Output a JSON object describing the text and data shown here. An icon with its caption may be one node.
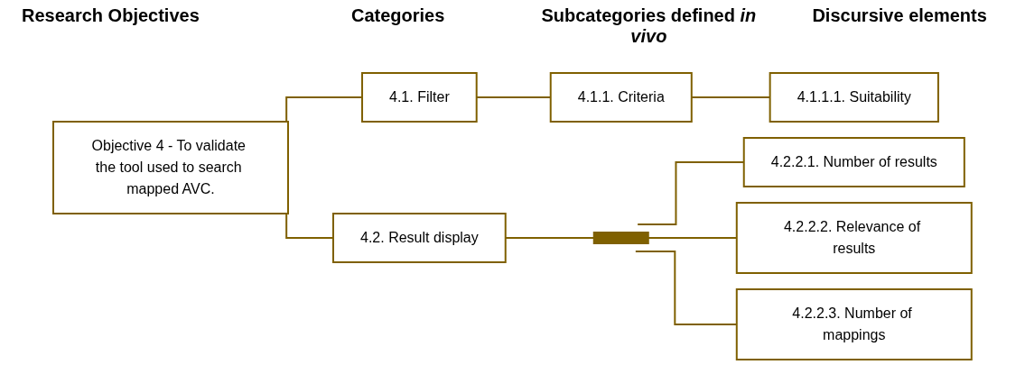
{
  "diagram": {
    "nodes": [
      {
        "text": [
          "Objective 4 - To validate the tool used to search mapped AVC."
        ]
      },
      {
        "text": [
          "4.1. Filter"
        ]
      },
      {
        "text": [
          "4.2. Result display"
        ]
      },
      {
        "text": [
          "4.1.1. Criteria"
        ]
      },
      {
        "text": [],
        "shape": "bar"
      },
      {
        "text": [
          "4.1.1.1. Suitability"
        ]
      },
      {
        "text": [
          "4.2.2.1. Number of results"
        ]
      },
      {
        "text": [
          "4.2.2.2. Relevance of results"
        ]
      },
      {
        "text": [
          "4.2.2.3. Number of mappings"
        ]
      }
    ],
    "edges": [
      {
        "from": 0,
        "to": 1,
        "arrow": "none"
      },
      {
        "from": 0,
        "to": 2,
        "arrow": "none"
      },
      {
        "from": 1,
        "to": 3,
        "arrow": "none"
      },
      {
        "from": 3,
        "to": 5,
        "arrow": "none"
      },
      {
        "from": 2,
        "to": 4,
        "arrow": "none"
      },
      {
        "from": 4,
        "to": 6,
        "arrow": "none"
      },
      {
        "from": 4,
        "to": 7,
        "arrow": "none"
      },
      {
        "from": 4,
        "to": 8,
        "arrow": "none"
      }
    ],
    "labels": [
      "Research Objectives",
      "Categories",
      "Subcategories defined *in vivo*",
      "Discursive elements"
    ]
  }
}
